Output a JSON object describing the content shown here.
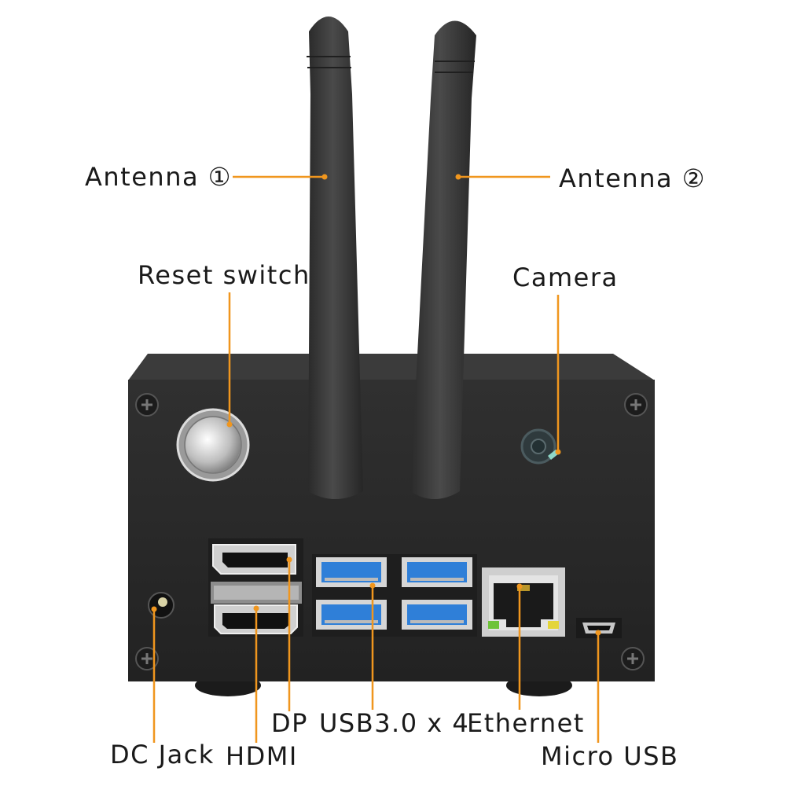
{
  "labels": {
    "antenna1": "Antenna ①",
    "antenna2": "Antenna ②",
    "reset_switch": "Reset switch",
    "camera": "Camera",
    "dp": "DP",
    "usb": "USB3.0 x 4",
    "ethernet": "Ethernet",
    "dc_jack": "DC Jack",
    "hdmi": "HDMI",
    "micro_usb": "Micro USB"
  },
  "colors": {
    "leader_line": "#f0961e",
    "case_body": "#2a2a2a",
    "antenna": "#3a3a3a",
    "usb_port_blue": "#2f7fd8",
    "label_text": "#1a1a1a"
  },
  "icons": {
    "reset": "reset-button-icon",
    "camera": "camera-lens-icon",
    "screw": "screw-icon",
    "ethernet": "rj45-port-icon"
  }
}
